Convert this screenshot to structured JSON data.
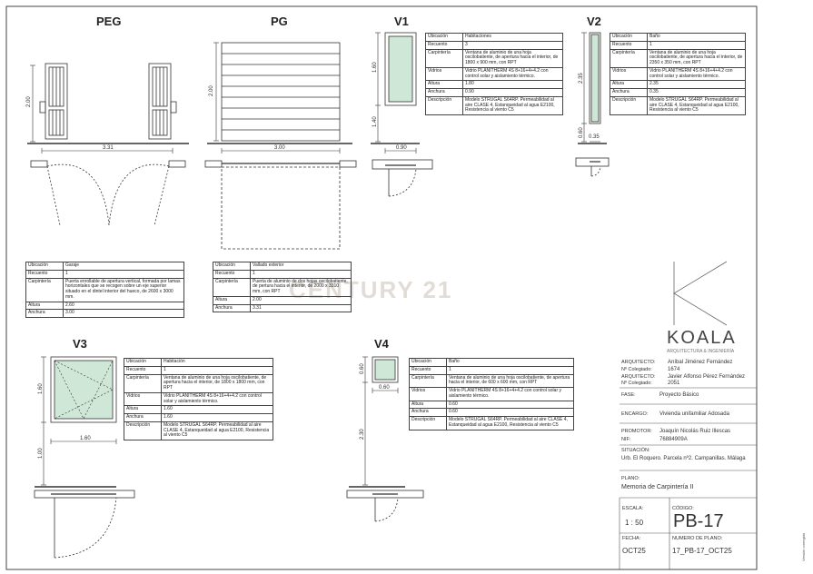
{
  "titles": {
    "peg": "PEG",
    "pg": "PG",
    "v1": "V1",
    "v2": "V2",
    "v3": "V3",
    "v4": "V4"
  },
  "dims": {
    "peg_h": "2.00",
    "peg_w": "3.31",
    "pg_h": "2.00",
    "pg_w": "3.00",
    "v1_h": "1.60",
    "v1_sill": "1.40",
    "v1_w": "0.90",
    "v2_h": "2.35",
    "v2_sill": "0.60",
    "v2_w": "0.35",
    "v3_h": "1.60",
    "v3_w": "1.60",
    "v3_sill": "1.00",
    "v4_h": "0.60",
    "v4_w": "0.60",
    "v4_sill": "2.30"
  },
  "labels": {
    "ubicacion": "Ubicación",
    "recuento": "Recuento",
    "carpinteria": "Carpintería",
    "vidrios": "Vidrios",
    "altura": "Altura",
    "anchura": "Anchura",
    "descripcion": "Descripción"
  },
  "v1_table": {
    "ubicacion": "Habitaciones",
    "recuento": "3",
    "carpinteria": "Ventana de aluminio de una hoja oscilobatiente, de apertura hacia el interior, de 1800 x 900 mm, con RPT",
    "vidrios": "Vidrio PLANITHERM 4S 8+16+4+4.2 con control solar y aislamiento térmico.",
    "altura": "1.80",
    "anchura": "0.90",
    "descripcion": "Modelo STRUGAL S64RP. Permeabilidad al aire CLASE 4, Estanqueidad al agua E2100, Resistencia al viento C5"
  },
  "v2_table": {
    "ubicacion": "Baño",
    "recuento": "1",
    "carpinteria": "Ventana de aluminio de una hoja oscilobatiente, de apertura hacia el interior, de 2350 x 350 mm, con RPT",
    "vidrios": "Vidrio PLANITHERM 4S 8+16+4+4.2 con control solar y aislamiento térmico.",
    "altura": "2.35",
    "anchura": "0.35",
    "descripcion": "Modelo STRUGAL S64RP. Permeabilidad al aire CLASE 4, Estanqueidad al agua E2100, Resistencia al viento C5"
  },
  "peg_table": {
    "ubicacion": "Garaje",
    "recuento": "1",
    "carpinteria": "Puerta enrollable de apertura vertical, formada por lamas horizontales que se recogen sobre un eje superior situado en el dintel interior del hueco, de 2600 x 3000 mm.",
    "altura": "2.60",
    "anchura": "3.00"
  },
  "pg_table": {
    "ubicacion": "Vallado exterior",
    "recuento": "1",
    "carpinteria": "Puerta de aluminio de dos hojas oscilobatiente, de pertura hacia el interior, de 2000 x 3310 mm, con RPT",
    "altura": "2.00",
    "anchura": "3.31"
  },
  "v3_table": {
    "ubicacion": "Habitación",
    "recuento": "1",
    "carpinteria": "Ventana de aluminio de una hoja oscilobatiente, de apertura hacia el interior, de 1800 x 1800 mm, con RPT",
    "vidrios": "Vidrio PLANITHERM 4S 8+16+4+4.2 con control solar y aislamiento térmico.",
    "altura": "1.60",
    "anchura": "1.60",
    "descripcion": "Modelo STRUGAL S64RP. Permeabilidad al aire CLASE 4, Estanqueidad al agua E2100, Resistencia al viento C5"
  },
  "v4_table": {
    "ubicacion": "Baño",
    "recuento": "1",
    "carpinteria": "Ventana de aluminio de una hoja oscilobatiente, de apertura hacia el interior, de 600 x 600 mm, con RPT",
    "vidrios": "Vidrio PLANITHERM 4S 8+16+4+4.2 con control solar y aislamiento térmico.",
    "altura": "0.60",
    "anchura": "0.60",
    "descripcion": "Modelo STRUGAL S64RP. Permeabilidad al aire CLASE 4, Estanqueidad al agua E2100, Resistencia al viento C5"
  },
  "watermark": "CENTURY 21",
  "logo": {
    "name": "KOALA",
    "tagline": "ARQUITECTURA & INGENIERÍA"
  },
  "titleblock": {
    "arq1_label": "ARQUITECTO:",
    "arq1_name": "Aníbal Jiménez Fernández",
    "col1_label": "Nº Colegiado:",
    "col1_num": "1674",
    "arq2_label": "ARQUITECTO:",
    "arq2_name": "Javier Alfonso Pérez Fernández",
    "col2_label": "Nº Colegiado:",
    "col2_num": "2051",
    "fase_label": "FASE:",
    "fase": "Proyecto Básico",
    "encargo_label": "ENCARGO:",
    "encargo": "Vivienda unifamiliar Adosada",
    "promotor_label": "PROMOTOR:",
    "promotor": "Joaquín Nicolás Ruiz Illescas",
    "nif_label": "NIF:",
    "nif": "76884909A",
    "situacion_label": "SITUACIÓN:",
    "situacion": "Urb. El Roquero. Parcela nº2. Campanillas. Málaga",
    "plano_label": "PLANO:",
    "plano": "Memoria de Carpintería II",
    "escala_label": "ESCALA:",
    "escala": "1 : 50",
    "codigo_label": "CÓDIGO:",
    "codigo": "PB-17",
    "fecha_label": "FECHA:",
    "fecha": "OCT25",
    "numero_label": "NUMERO DE PLANO:",
    "numero": "17_PB-17_OCT25",
    "side_note": "Versión corregida"
  }
}
